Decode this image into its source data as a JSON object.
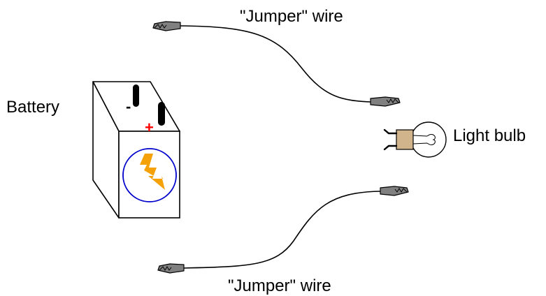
{
  "labels": {
    "battery": "Battery",
    "jumper_top": "\"Jumper\" wire",
    "jumper_bottom": "\"Jumper\" wire",
    "light_bulb": "Light bulb"
  },
  "battery": {
    "negative_symbol": "-",
    "positive_symbol": "+"
  },
  "colors": {
    "line": "#000000",
    "battery_fill": "#ffffff",
    "positive_mark": "#ff0000",
    "emblem_circle": "#0000cc",
    "bolt_fill": "#f5a20a",
    "clip_fill": "#808080",
    "bulb_base": "#d2b48c"
  },
  "icons": [
    "alligator-clip-icon",
    "lightning-bolt-icon",
    "light-bulb-icon"
  ]
}
